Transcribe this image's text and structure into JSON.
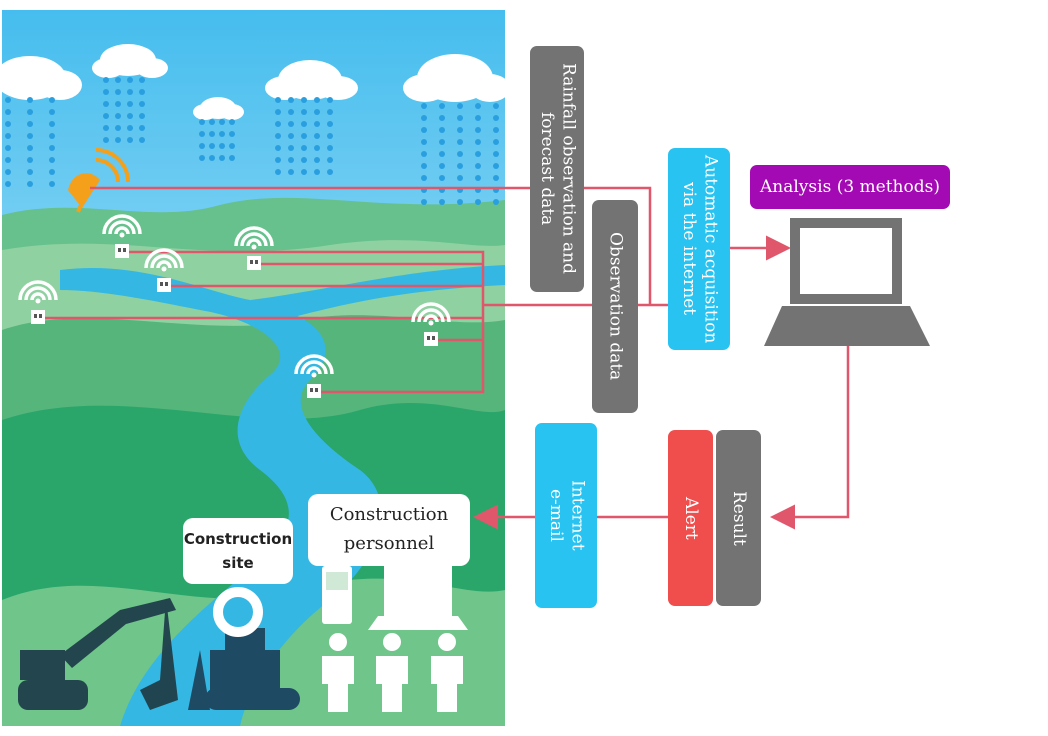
{
  "colors": {
    "gray": "#737373",
    "red_line": "#e0566a",
    "cyan": "#29c3f2",
    "purple": "#a30ab3",
    "alert_red": "#f04d4d",
    "sky_top": "#4fc3ee",
    "river": "#35b7e3",
    "hill_green": "#2aa66a"
  },
  "boxes": {
    "rainfall": "Rainfall observation and\nforecast data",
    "observation": "Observation data",
    "acquisition": "Automatic acquisition\nvia the internet",
    "analysis": "Analysis (3 methods)",
    "result": "Result",
    "alert": "Alert",
    "internet_email": "Internet\ne-mail"
  },
  "labels": {
    "construction_site": "Construction\nsite",
    "construction_personnel": "Construction\npersonnel"
  },
  "icons": {
    "clouds": "rain-cloud-icon",
    "antenna": "satellite-dish-icon",
    "sensors": "wifi-sensor-icon",
    "computer": "laptop-icon",
    "phone": "mobile-phone-icon",
    "person": "person-icon",
    "excavator": "excavator-icon",
    "bulldozer": "bulldozer-icon",
    "ring": "life-ring-icon"
  }
}
